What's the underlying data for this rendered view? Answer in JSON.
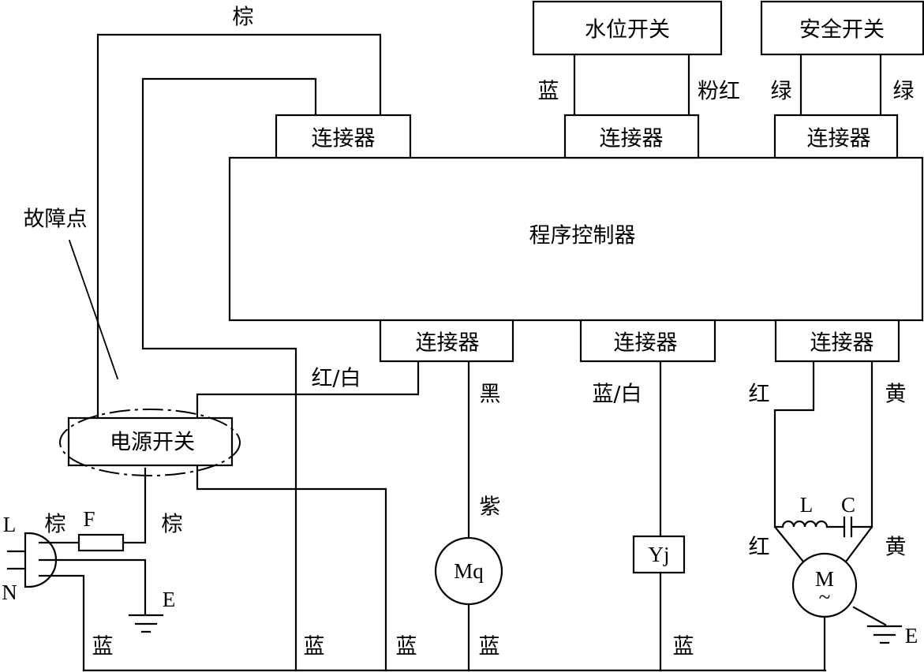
{
  "switches": {
    "water_level": "水位开关",
    "safety": "安全开关"
  },
  "connector_label": "连接器",
  "controller": "程序控制器",
  "power_switch": "电源开关",
  "fault_point": "故障点",
  "wire_colors": {
    "brown": "棕",
    "blue": "蓝",
    "pink_red": "粉红",
    "green": "绿",
    "red_white": "红/白",
    "black": "黑",
    "blue_white": "蓝/白",
    "red": "红",
    "yellow": "黄",
    "purple": "紫"
  },
  "components": {
    "fuse": "F",
    "drain_motor": "Mq",
    "inlet_valve": "Yj",
    "motor": "M",
    "motor_ac": "~",
    "inductor": "L",
    "capacitor": "C",
    "ground": "E",
    "live": "L",
    "neutral": "N"
  }
}
